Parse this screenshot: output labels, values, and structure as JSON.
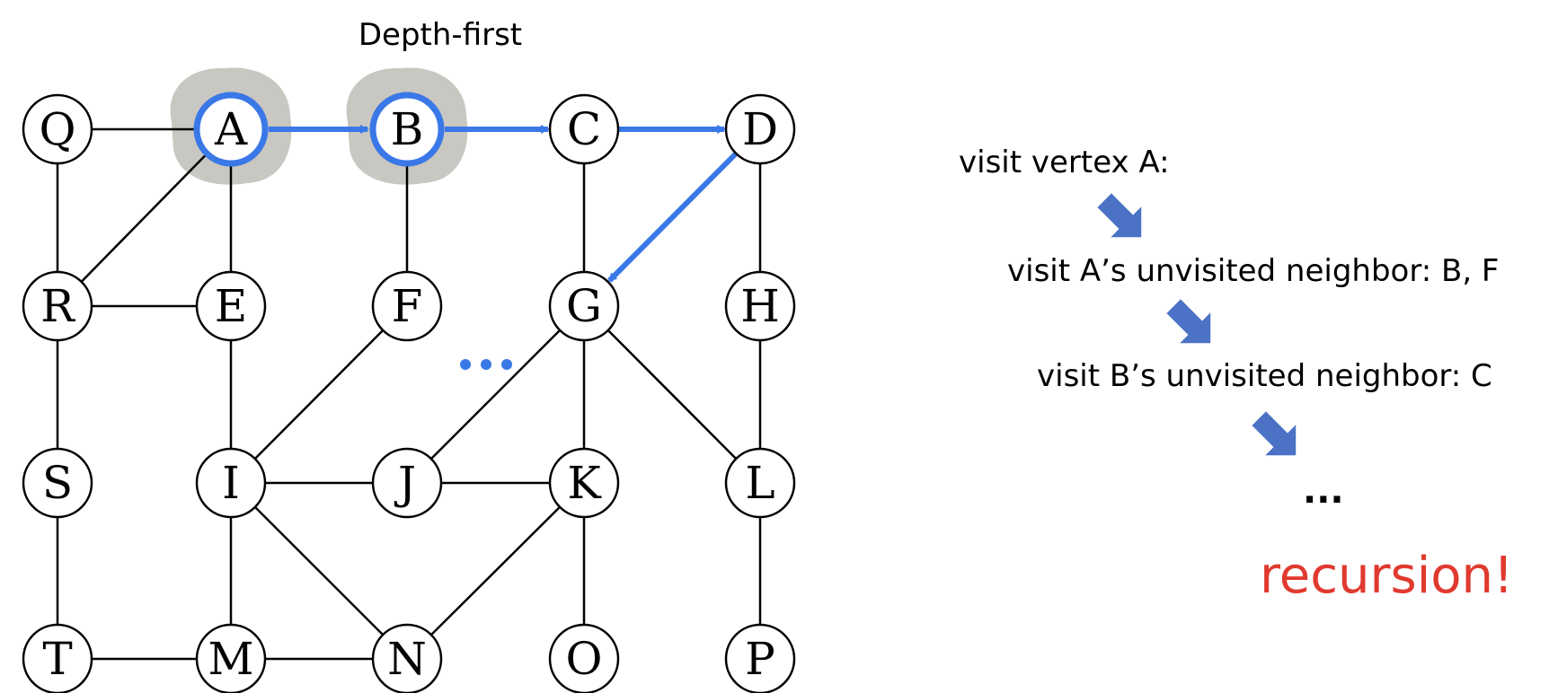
{
  "title": "Depth-first",
  "colors": {
    "highlight_blue": "#3a78e8",
    "visited_shadow": "#c9c7c1",
    "step_arrow": "#4b72c4",
    "recursion_red": "#e03a2f",
    "edge": "#000000"
  },
  "graph": {
    "nodes": [
      {
        "id": "Q"
      },
      {
        "id": "A",
        "visited": true
      },
      {
        "id": "B",
        "visited": true
      },
      {
        "id": "C"
      },
      {
        "id": "D"
      },
      {
        "id": "R"
      },
      {
        "id": "E"
      },
      {
        "id": "F"
      },
      {
        "id": "G"
      },
      {
        "id": "H"
      },
      {
        "id": "S"
      },
      {
        "id": "I"
      },
      {
        "id": "J"
      },
      {
        "id": "K"
      },
      {
        "id": "L"
      },
      {
        "id": "T"
      },
      {
        "id": "M"
      },
      {
        "id": "N"
      },
      {
        "id": "O"
      },
      {
        "id": "P"
      }
    ],
    "edges": [
      [
        "Q",
        "A"
      ],
      [
        "Q",
        "R"
      ],
      [
        "A",
        "R"
      ],
      [
        "A",
        "E"
      ],
      [
        "C",
        "G"
      ],
      [
        "D",
        "H"
      ],
      [
        "R",
        "E"
      ],
      [
        "B",
        "F"
      ],
      [
        "R",
        "S"
      ],
      [
        "E",
        "I"
      ],
      [
        "F",
        "I"
      ],
      [
        "G",
        "J"
      ],
      [
        "G",
        "K"
      ],
      [
        "G",
        "L"
      ],
      [
        "H",
        "L"
      ],
      [
        "S",
        "T"
      ],
      [
        "I",
        "J"
      ],
      [
        "I",
        "M"
      ],
      [
        "I",
        "N"
      ],
      [
        "J",
        "K"
      ],
      [
        "K",
        "N"
      ],
      [
        "K",
        "O"
      ],
      [
        "L",
        "P"
      ],
      [
        "T",
        "M"
      ],
      [
        "M",
        "N"
      ]
    ],
    "traversal": [
      [
        "A",
        "B"
      ],
      [
        "B",
        "C"
      ],
      [
        "C",
        "D"
      ],
      [
        "D",
        "G"
      ]
    ],
    "continuation": "..."
  },
  "steps": [
    "visit vertex A:",
    "visit A’s unvisited neighbor: B, F",
    "visit B’s unvisited neighbor: C",
    "..."
  ],
  "conclusion": "recursion!"
}
